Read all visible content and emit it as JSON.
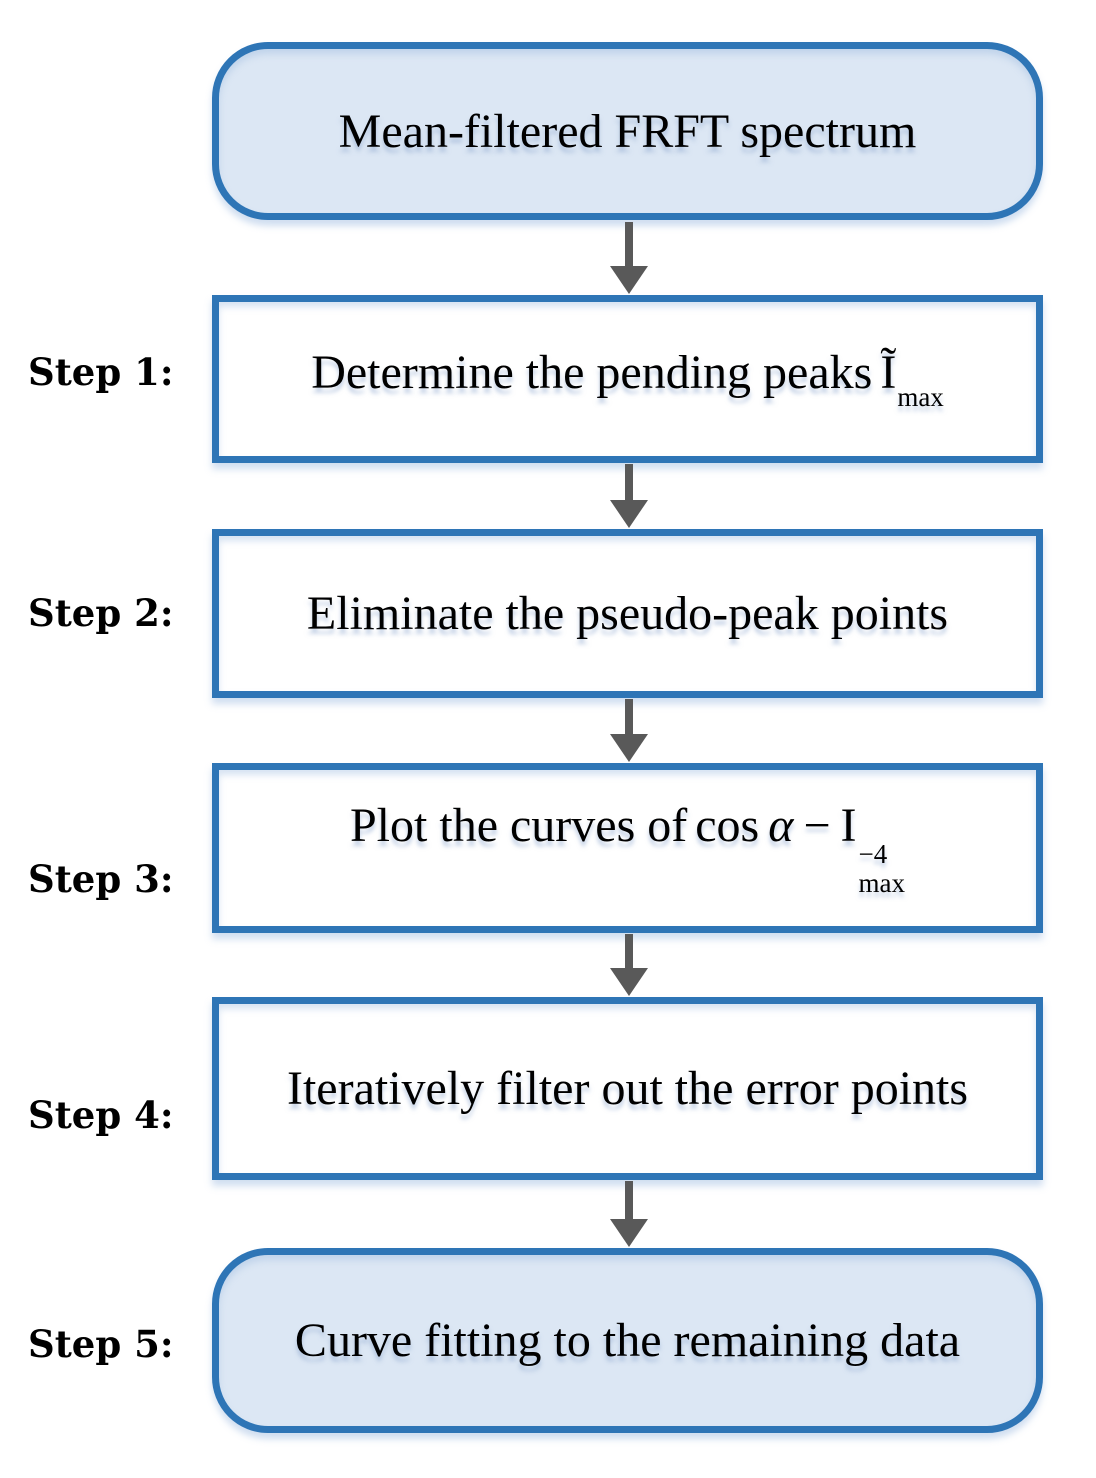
{
  "palette": {
    "border_blue": "#2E75B6",
    "terminator_fill": "#DCE7F4",
    "process_fill": "#FFFFFF",
    "arrow_gray": "#595959",
    "text_color": "#000000"
  },
  "flowchart": {
    "start": {
      "text": "Mean-filtered FRFT spectrum"
    },
    "steps": [
      {
        "label": "Step 1:",
        "text_before": "Determine the pending peaks",
        "formula": {
          "base": "Ĩ",
          "sub": "max"
        }
      },
      {
        "label": "Step 2:",
        "text": "Eliminate the pseudo-peak points"
      },
      {
        "label": "Step 3:",
        "text_before": "Plot the curves of",
        "formula": {
          "func": "cos",
          "var": "α",
          "op": "−",
          "base": "I",
          "sup": "−4",
          "sub": "max"
        }
      },
      {
        "label": "Step 4:",
        "text": "Iteratively filter out the error points"
      },
      {
        "label": "Step 5:",
        "text": "Curve fitting to the remaining data"
      }
    ]
  }
}
